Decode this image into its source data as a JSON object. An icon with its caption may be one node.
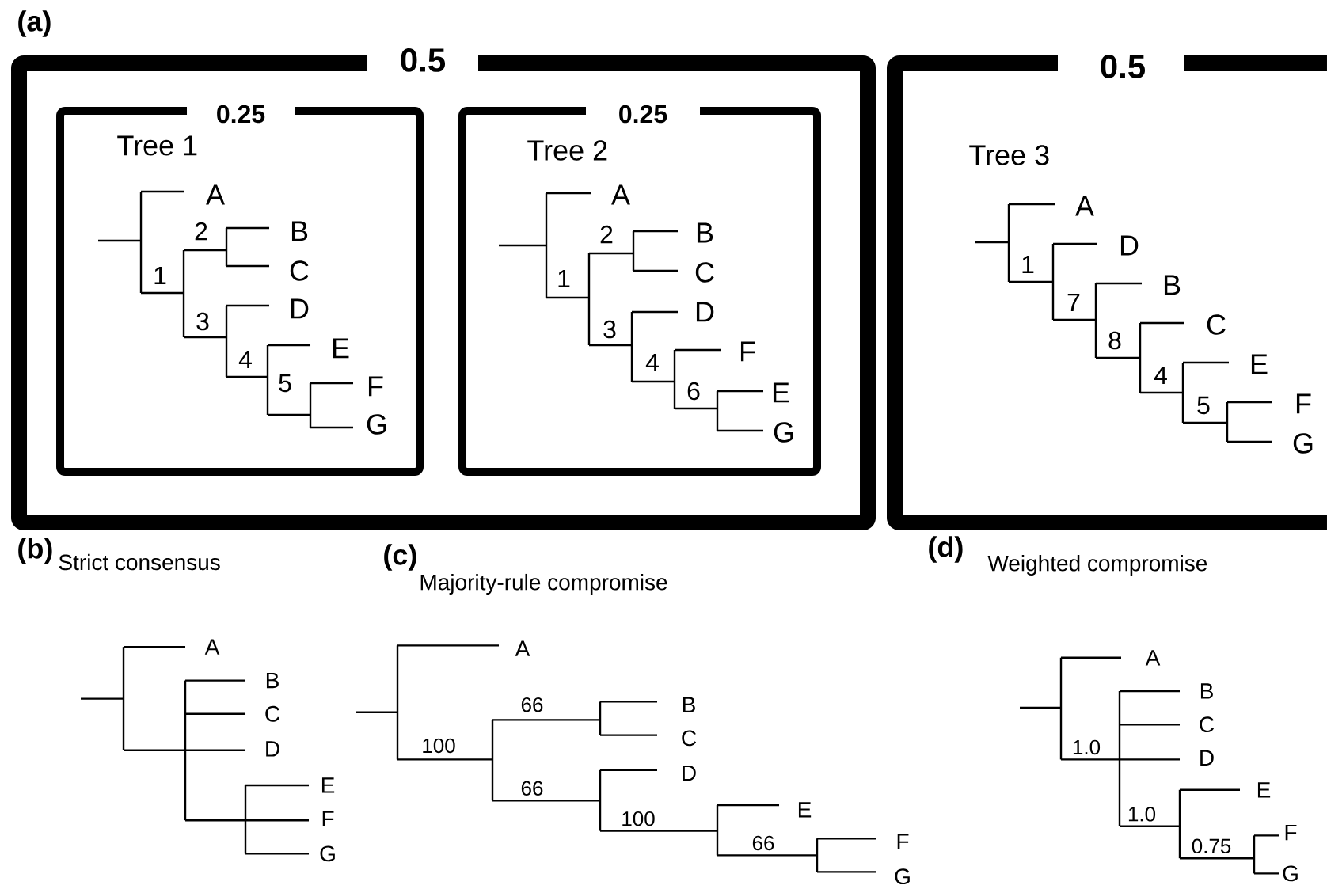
{
  "diagram": {
    "nodes": [
      {
        "text": [
          "0.5"
        ]
      },
      {
        "text": [
          "0.25",
          "Tree 1",
          "A",
          "2",
          "B",
          "1",
          "C",
          "D",
          "3",
          "4",
          "E",
          "5",
          "F",
          "G"
        ],
        "in": 0
      },
      {
        "text": [
          "0.25",
          "Tree 2",
          "A",
          "2",
          "B",
          "1",
          "C",
          "D",
          "3",
          "F",
          "4",
          "6",
          "E",
          "G"
        ],
        "in": 0
      },
      {
        "text": [
          "0.5",
          "Tree 3",
          "A",
          "D",
          "1",
          "B",
          "7",
          "C",
          "8",
          "E",
          "4",
          "5",
          "F",
          "G"
        ]
      }
    ],
    "labels": [
      "(a)",
      "(b)",
      "Strict consensus",
      "(c)",
      "Majority-rule compromise",
      "(d)",
      "Weighted compromise",
      "A",
      "B",
      "C",
      "D",
      "E",
      "F",
      "G",
      "A",
      "66",
      "B",
      "100",
      "C",
      "D",
      "66",
      "E",
      "100",
      "66",
      "F",
      "G",
      "A",
      "B",
      "C",
      "1.0",
      "D",
      "E",
      "1.0",
      "F",
      "0.75",
      "G"
    ]
  }
}
